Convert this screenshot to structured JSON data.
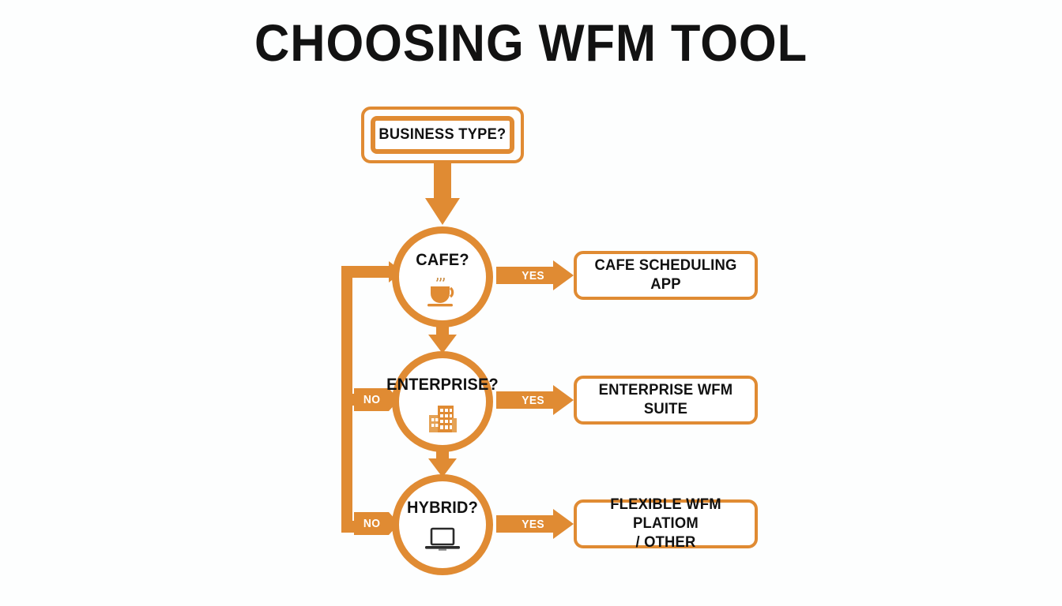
{
  "page": {
    "title": "CHOOSING WFM TOOL",
    "background_color": "#fdfefe",
    "accent_color": "#e08b33",
    "text_color": "#111111"
  },
  "diagram": {
    "type": "flowchart",
    "start_node": {
      "label": "BUSINESS TYPE?",
      "shape": "double-rounded-rect"
    },
    "decisions": [
      {
        "id": "cafe",
        "label": "CAFE?",
        "icon": "coffee-cup-icon",
        "icon_color": "#e08b33",
        "yes_label": "YES",
        "no_label": "",
        "outcome": "CAFE SCHEDULING APP"
      },
      {
        "id": "enterprise",
        "label": "ENTERPRISE?",
        "icon": "office-building-icon",
        "icon_color": "#e08b33",
        "yes_label": "YES",
        "no_label": "NO",
        "outcome": "ENTERPRISE WFM SUITE"
      },
      {
        "id": "hybrid",
        "label": "HYBRID?",
        "icon": "laptop-icon",
        "icon_color": "#2b2b2b",
        "yes_label": "YES",
        "no_label": "NO",
        "outcome_line1": "FLEXIBLE WFM PLATIOM",
        "outcome_line2": "/ OTHER"
      }
    ],
    "outcomes": [
      {
        "id": "cafe-outcome",
        "line1": "CAFE SCHEDULING APP",
        "line2": ""
      },
      {
        "id": "enterprise-outcome",
        "line1": "ENTERPRISE WFM SUITE",
        "line2": ""
      },
      {
        "id": "hybrid-outcome",
        "line1": "FLEXIBLE WFM PLATIOM",
        "line2": "/ OTHER"
      }
    ],
    "edge_labels": {
      "yes_cafe": "YES",
      "yes_enterprise": "YES",
      "yes_hybrid": "YES",
      "no_enterprise": "NO",
      "no_hybrid": "NO"
    }
  }
}
